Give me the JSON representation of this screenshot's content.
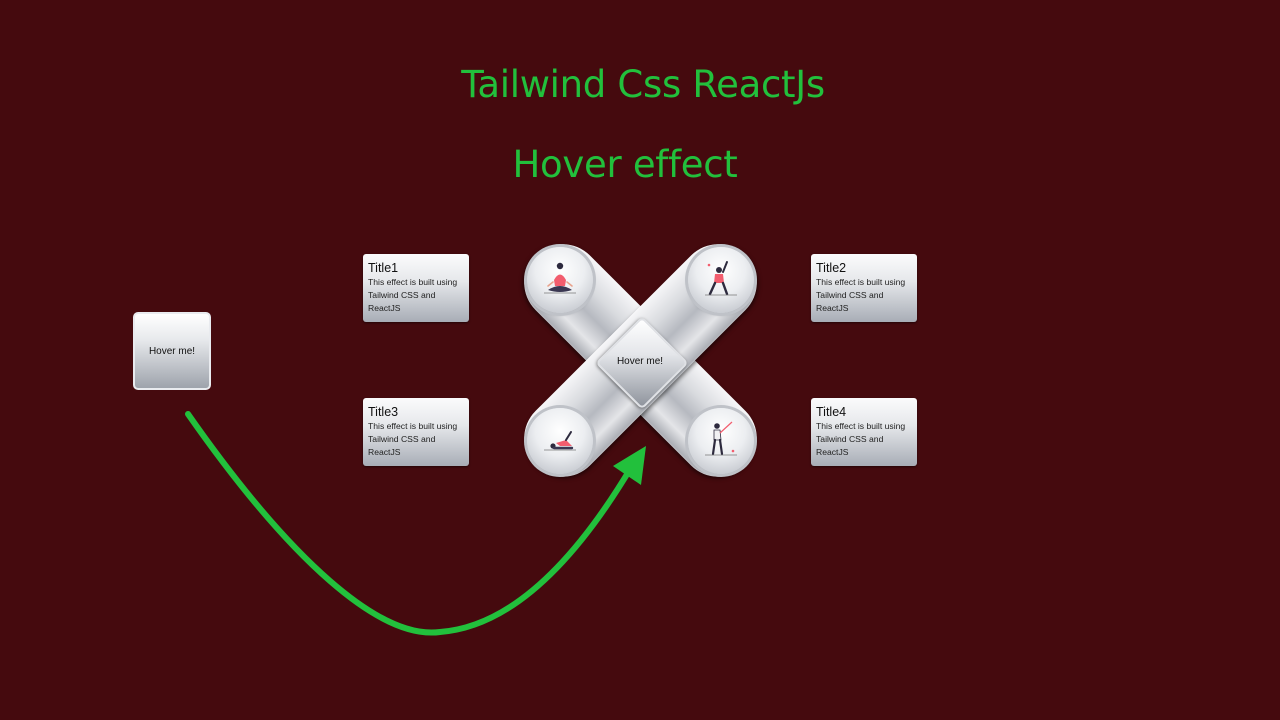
{
  "page": {
    "background": "#450a0e",
    "accent": "#22c03c"
  },
  "headings": {
    "line1": "Tailwind Css ReactJs",
    "line2": "Hover effect"
  },
  "left_button": {
    "label": "Hover me!"
  },
  "center_button": {
    "label": "Hover me!"
  },
  "cards": [
    {
      "title": "Title1",
      "desc": "This effect is built using Tailwind CSS and ReactJS"
    },
    {
      "title": "Title2",
      "desc": "This effect is built using Tailwind CSS and ReactJS"
    },
    {
      "title": "Title3",
      "desc": "This effect is built using Tailwind CSS and ReactJS"
    },
    {
      "title": "Title4",
      "desc": "This effect is built using Tailwind CSS and ReactJS"
    }
  ],
  "illustrations": [
    {
      "icon": "meditation-figure-icon"
    },
    {
      "icon": "baseball-batter-figure-icon"
    },
    {
      "icon": "stretching-figure-icon"
    },
    {
      "icon": "golfer-figure-icon"
    }
  ],
  "annotation": {
    "icon": "curved-arrow-icon",
    "color": "#22c03c"
  }
}
